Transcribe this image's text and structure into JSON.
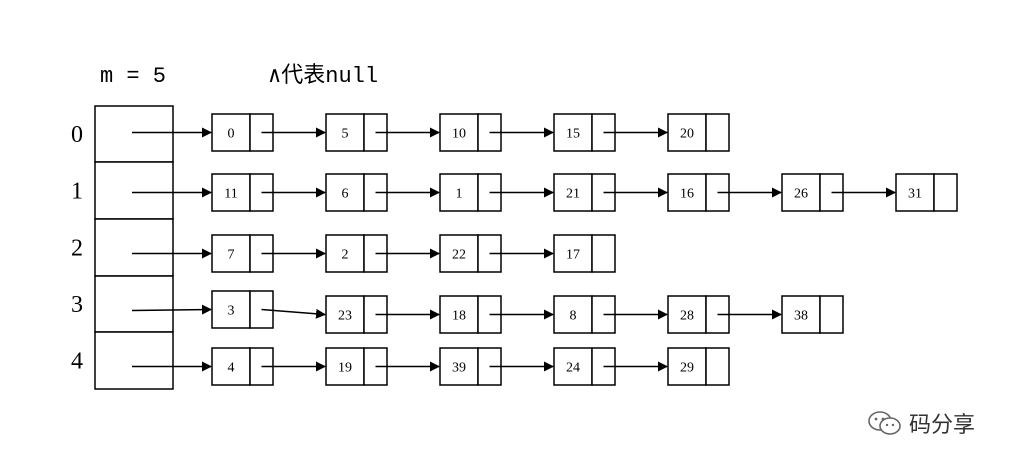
{
  "header": {
    "modulus_label": "m = 5",
    "null_legend": "∧代表null"
  },
  "buckets": [
    {
      "index": "0",
      "nodes": [
        "0",
        "5",
        "10",
        "15",
        "20"
      ]
    },
    {
      "index": "1",
      "nodes": [
        "11",
        "6",
        "1",
        "21",
        "16",
        "26",
        "31"
      ]
    },
    {
      "index": "2",
      "nodes": [
        "7",
        "2",
        "22",
        "17"
      ]
    },
    {
      "index": "3",
      "nodes": [
        "3",
        "23",
        "18",
        "8",
        "28",
        "38"
      ]
    },
    {
      "index": "4",
      "nodes": [
        "4",
        "19",
        "39",
        "24",
        "29"
      ]
    }
  ],
  "watermark": {
    "text": "码分享",
    "icon": "wechat-icon"
  }
}
